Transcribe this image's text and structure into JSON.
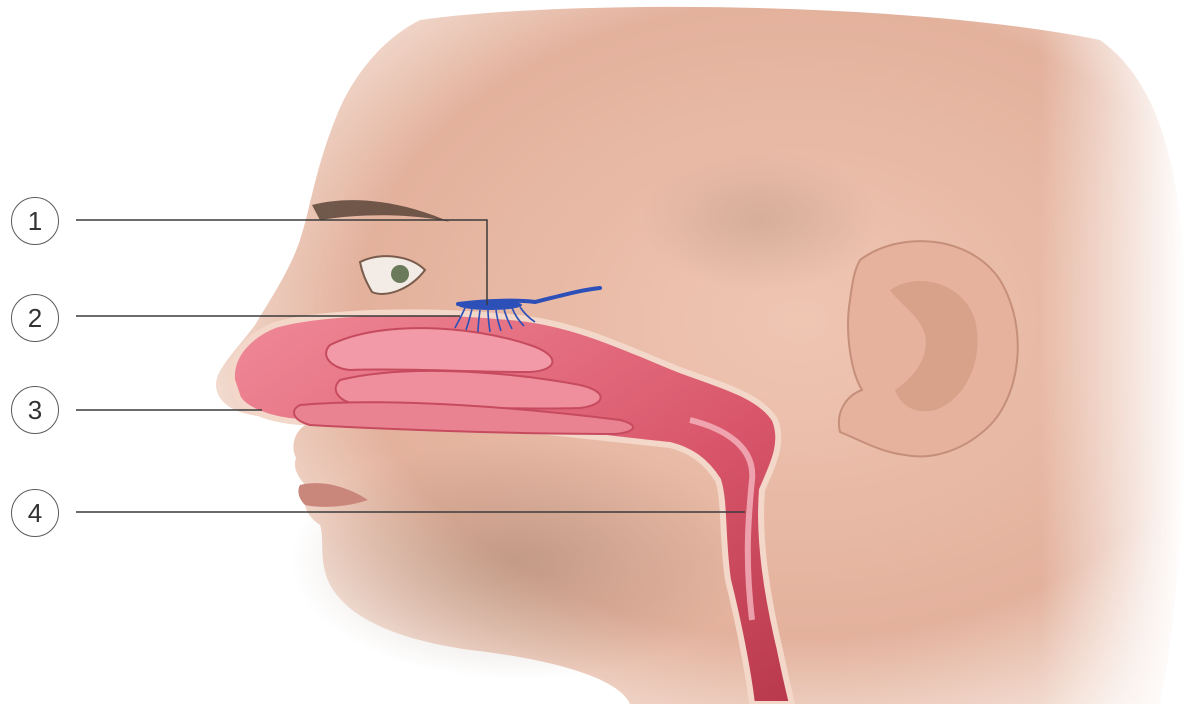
{
  "figure": {
    "callouts": [
      {
        "label": "1"
      },
      {
        "label": "2"
      },
      {
        "label": "3"
      },
      {
        "label": "4"
      }
    ]
  },
  "colors": {
    "skin": "#e8b9a4",
    "skin_shadow": "#d49f8a",
    "mucosa": "#d9566a",
    "mucosa_light": "#f08a98",
    "nerve": "#2c4fb8",
    "leader": "#3a3a3a",
    "stubble": "#8a7060"
  }
}
